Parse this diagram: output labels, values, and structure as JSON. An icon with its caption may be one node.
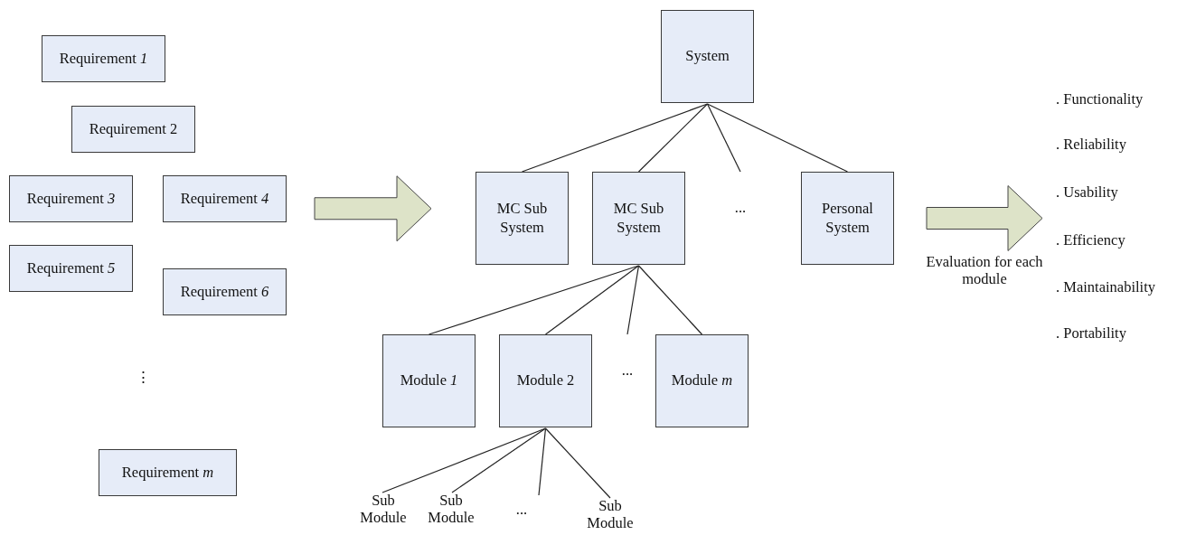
{
  "diagram": {
    "nodes": [
      {
        "text": [
          "Requirement *1*"
        ]
      },
      {
        "text": [
          "Requirement 2"
        ]
      },
      {
        "text": [
          "Requirement *3*"
        ]
      },
      {
        "text": [
          "Requirement *4*"
        ]
      },
      {
        "text": [
          "Requirement *5*"
        ]
      },
      {
        "text": [
          "Requirement *6*"
        ]
      },
      {
        "text": [
          "Requirement *m*"
        ]
      },
      {
        "text": [
          "System"
        ]
      },
      {
        "text": [
          "MC Sub System"
        ]
      },
      {
        "text": [
          "MC Sub System"
        ]
      },
      {
        "text": [
          "..."
        ]
      },
      {
        "text": [
          "Personal System"
        ]
      },
      {
        "text": [
          "Module *1*"
        ]
      },
      {
        "text": [
          "Module 2"
        ]
      },
      {
        "text": [
          "..."
        ]
      },
      {
        "text": [
          "Module *m*"
        ]
      },
      {
        "text": [
          "Sub Module"
        ]
      },
      {
        "text": [
          "Sub Module"
        ]
      },
      {
        "text": [
          "..."
        ]
      },
      {
        "text": [
          "Sub Module"
        ]
      }
    ],
    "edges": [
      {
        "from": 3,
        "to": 8,
        "arrow": "to",
        "style": "thick"
      },
      {
        "from": 7,
        "to": 8,
        "arrow": "none"
      },
      {
        "from": 7,
        "to": 9,
        "arrow": "none"
      },
      {
        "from": 7,
        "to": 10,
        "arrow": "none"
      },
      {
        "from": 7,
        "to": 11,
        "arrow": "none"
      },
      {
        "from": 9,
        "to": 12,
        "arrow": "none"
      },
      {
        "from": 9,
        "to": 13,
        "arrow": "none"
      },
      {
        "from": 9,
        "to": 14,
        "arrow": "none"
      },
      {
        "from": 9,
        "to": 15,
        "arrow": "none"
      },
      {
        "from": 13,
        "to": 16,
        "arrow": "none"
      },
      {
        "from": 13,
        "to": 17,
        "arrow": "none"
      },
      {
        "from": 13,
        "to": 18,
        "arrow": "none"
      },
      {
        "from": 13,
        "to": 19,
        "arrow": "none"
      },
      {
        "from": 11,
        "to": null,
        "arrow": "to",
        "style": "thick",
        "label": "Evaluation for each module"
      }
    ],
    "labels": [
      "⋮",
      ". Functionality",
      ". Reliability",
      ". Usability",
      ". Efficiency",
      ". Maintainability",
      ". Portability"
    ]
  }
}
